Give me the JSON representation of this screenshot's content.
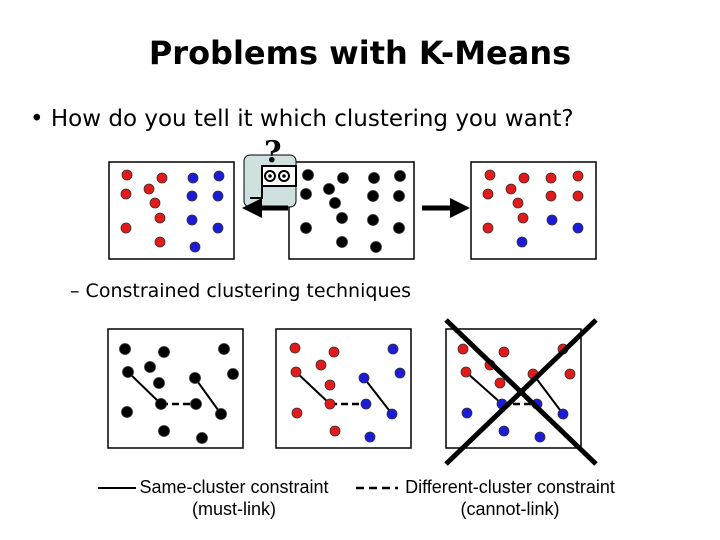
{
  "title": "Problems with K-Means",
  "bullet": {
    "marker": "•",
    "text": "How do you tell it which clustering you want?"
  },
  "sub_bullet": {
    "marker": "–",
    "text": "Constrained clustering techniques"
  },
  "question_mark": "?",
  "legend": {
    "must_link": {
      "line1": "Same-cluster constraint",
      "line2": "(must-link)"
    },
    "cannot_link": {
      "line1": "Different-cluster constraint",
      "line2": "(cannot-link)"
    }
  },
  "colors": {
    "red": "#e41a1a",
    "blue": "#1c1cd8",
    "black": "#000000",
    "dot_outline": "#333333",
    "thinker_bg": "#cfe0e0"
  }
}
